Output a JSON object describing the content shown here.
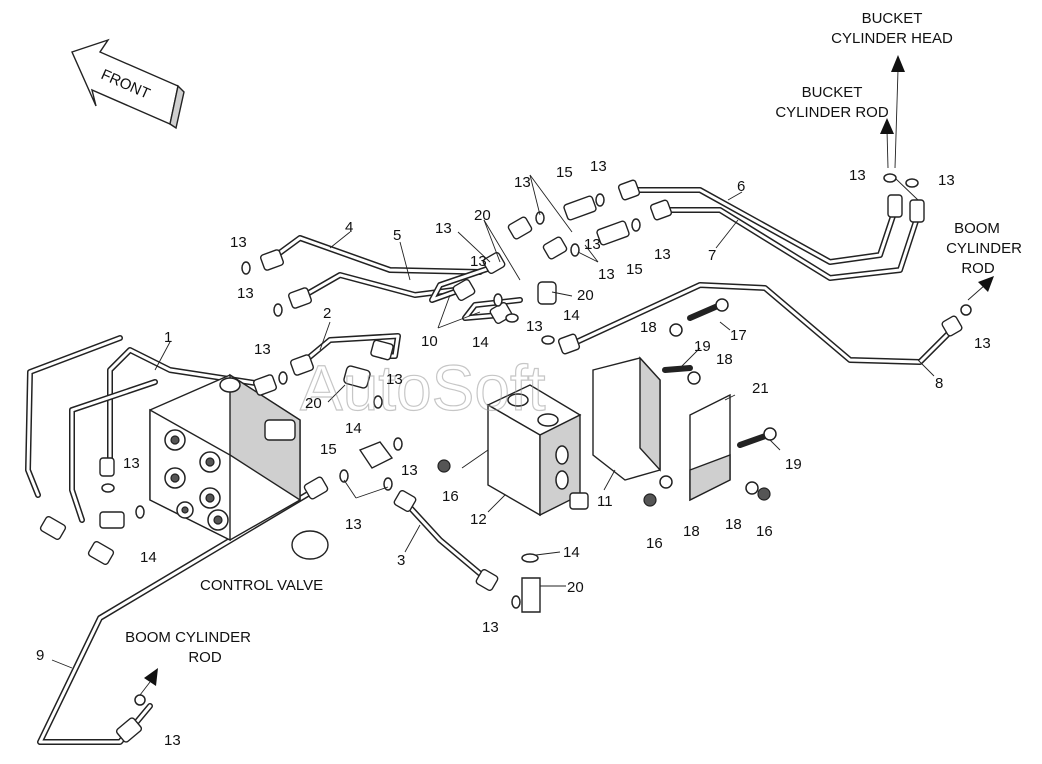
{
  "captions": {
    "front": "FRONT",
    "control_valve": "CONTROL VALVE",
    "bucket_head_1": "BUCKET",
    "bucket_head_2": "CYLINDER HEAD",
    "bucket_rod_1": "BUCKET",
    "bucket_rod_2": "CYLINDER ROD",
    "boom_rod_right_1": "BOOM",
    "boom_rod_right_2": "CYLINDER",
    "boom_rod_right_3": "ROD",
    "boom_rod_left_1": "BOOM CYLINDER",
    "boom_rod_left_2": "ROD"
  },
  "watermark": "AutoSoft",
  "callouts": [
    {
      "id": "c1",
      "text": "1"
    },
    {
      "id": "c2",
      "text": "2"
    },
    {
      "id": "c3",
      "text": "3"
    },
    {
      "id": "c4",
      "text": "4"
    },
    {
      "id": "c5",
      "text": "5"
    },
    {
      "id": "c6",
      "text": "6"
    },
    {
      "id": "c7",
      "text": "7"
    },
    {
      "id": "c8",
      "text": "8"
    },
    {
      "id": "c9",
      "text": "9"
    },
    {
      "id": "c10",
      "text": "10"
    },
    {
      "id": "c11",
      "text": "11"
    },
    {
      "id": "c12",
      "text": "12"
    },
    {
      "id": "c13a",
      "text": "13"
    },
    {
      "id": "c13b",
      "text": "13"
    },
    {
      "id": "c13c",
      "text": "13"
    },
    {
      "id": "c13d",
      "text": "13"
    },
    {
      "id": "c13e",
      "text": "13"
    },
    {
      "id": "c13f",
      "text": "13"
    },
    {
      "id": "c13g",
      "text": "13"
    },
    {
      "id": "c13h",
      "text": "13"
    },
    {
      "id": "c13i",
      "text": "13"
    },
    {
      "id": "c13j",
      "text": "13"
    },
    {
      "id": "c13k",
      "text": "13"
    },
    {
      "id": "c13l",
      "text": "13"
    },
    {
      "id": "c13m",
      "text": "13"
    },
    {
      "id": "c13n",
      "text": "13"
    },
    {
      "id": "c13o",
      "text": "13"
    },
    {
      "id": "c13p",
      "text": "13"
    },
    {
      "id": "c13q",
      "text": "13"
    },
    {
      "id": "c13r",
      "text": "13"
    },
    {
      "id": "c13s",
      "text": "13"
    },
    {
      "id": "c13t",
      "text": "13"
    },
    {
      "id": "c14a",
      "text": "14"
    },
    {
      "id": "c14b",
      "text": "14"
    },
    {
      "id": "c14c",
      "text": "14"
    },
    {
      "id": "c14d",
      "text": "14"
    },
    {
      "id": "c14e",
      "text": "14"
    },
    {
      "id": "c15a",
      "text": "15"
    },
    {
      "id": "c15b",
      "text": "15"
    },
    {
      "id": "c15c",
      "text": "15"
    },
    {
      "id": "c16a",
      "text": "16"
    },
    {
      "id": "c16b",
      "text": "16"
    },
    {
      "id": "c16c",
      "text": "16"
    },
    {
      "id": "c17",
      "text": "17"
    },
    {
      "id": "c18a",
      "text": "18"
    },
    {
      "id": "c18b",
      "text": "18"
    },
    {
      "id": "c18c",
      "text": "18"
    },
    {
      "id": "c18d",
      "text": "18"
    },
    {
      "id": "c19a",
      "text": "19"
    },
    {
      "id": "c19b",
      "text": "19"
    },
    {
      "id": "c20a",
      "text": "20"
    },
    {
      "id": "c20b",
      "text": "20"
    },
    {
      "id": "c20c",
      "text": "20"
    },
    {
      "id": "c20d",
      "text": "20"
    },
    {
      "id": "c21",
      "text": "21"
    }
  ]
}
